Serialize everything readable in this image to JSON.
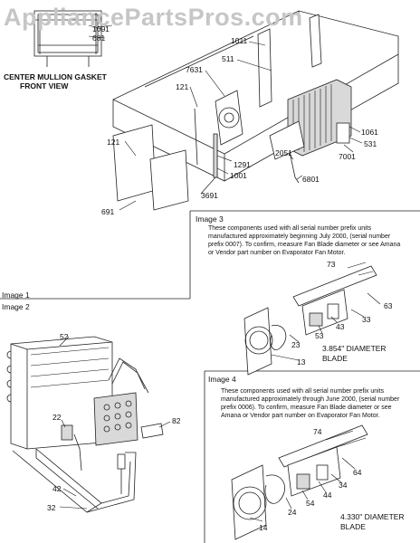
{
  "watermark": "AppliancePartsPros.com",
  "gasket_caption": [
    "CENTER MULLION GASKET",
    "FRONT VIEW"
  ],
  "sections": {
    "image1": "Image 1",
    "image2": "Image 2",
    "image3": "Image 3",
    "image4": "Image 4"
  },
  "image3_note": "These components used with all serial number prefix units manufactured approximately beginning July 2000, (serial number prefix 0007). To confirm, measure Fan Blade diameter or see Amana or Vendor part number on Evaporator Fan Motor.",
  "image4_note": "These components used with all serial number prefix units manufactured approximately through June 2000, (serial number prefix 0006). To confirm, measure Fan Blade diameter or see Amana or Vendor part number on Evaporator Fan Motor.",
  "image3_blade": [
    "3.854\" DIAMETER",
    "BLADE"
  ],
  "image4_blade": [
    "4.330\" DIAMETER",
    "BLADE"
  ],
  "part_numbers": {
    "p1001a": "1001",
    "p681": "681",
    "p1011": "1011",
    "p511": "511",
    "p7631": "7631",
    "p121a": "121",
    "p121b": "121",
    "p1061": "1061",
    "p531": "531",
    "p7001": "7001",
    "p2051": "2051",
    "p1291": "1291",
    "p1001b": "1001",
    "p6801": "6801",
    "p3691": "3691",
    "p691": "691",
    "p73": "73",
    "p63": "63",
    "p33": "33",
    "p43": "43",
    "p53": "53",
    "p23": "23",
    "p13": "13",
    "p52": "52",
    "p22": "22",
    "p82": "82",
    "p42": "42",
    "p32": "32",
    "p74": "74",
    "p64": "64",
    "p34": "34",
    "p44": "44",
    "p54": "54",
    "p24": "24",
    "p14": "14"
  }
}
